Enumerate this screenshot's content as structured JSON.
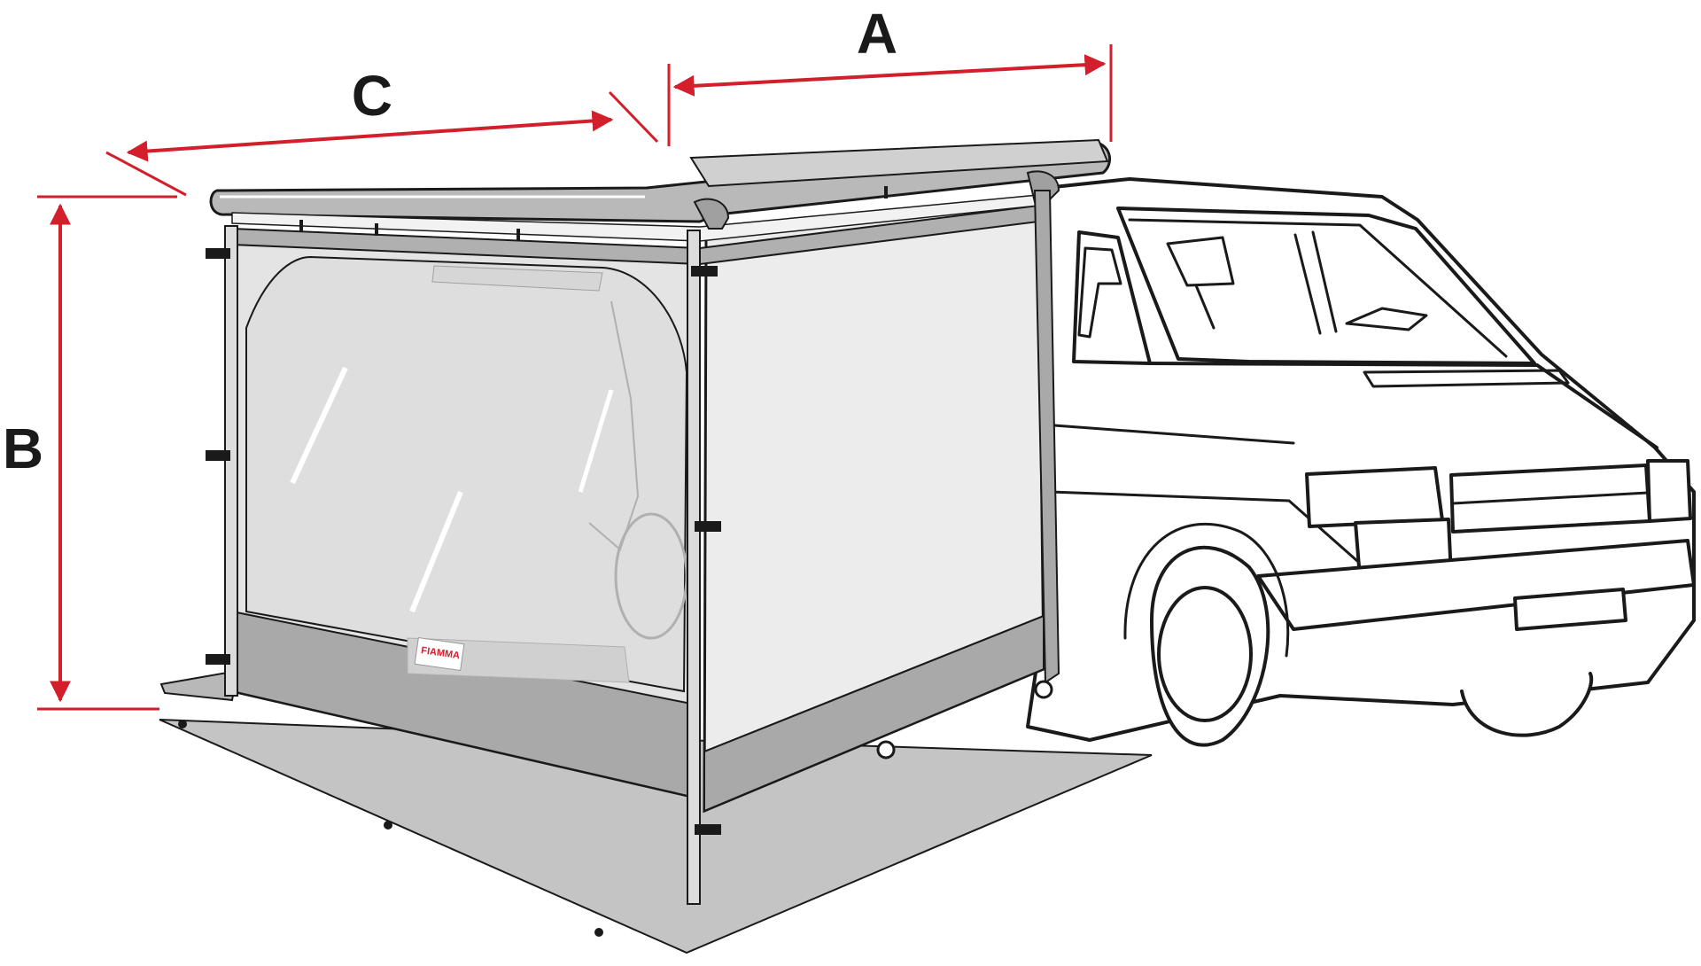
{
  "dimensions": {
    "a_label": "A",
    "b_label": "B",
    "c_label": "C"
  },
  "logo_text": "FIAMMA",
  "colors": {
    "dimension": "#d21f2b",
    "outline": "#1a1a1a",
    "awning_case": "#b9b9b9",
    "side_panel": "#ececec",
    "front_panel": "#e4e4e4",
    "skirt": "#a9a9a9",
    "ground_sheet": "#c4c4c4",
    "window": "#dedede"
  }
}
